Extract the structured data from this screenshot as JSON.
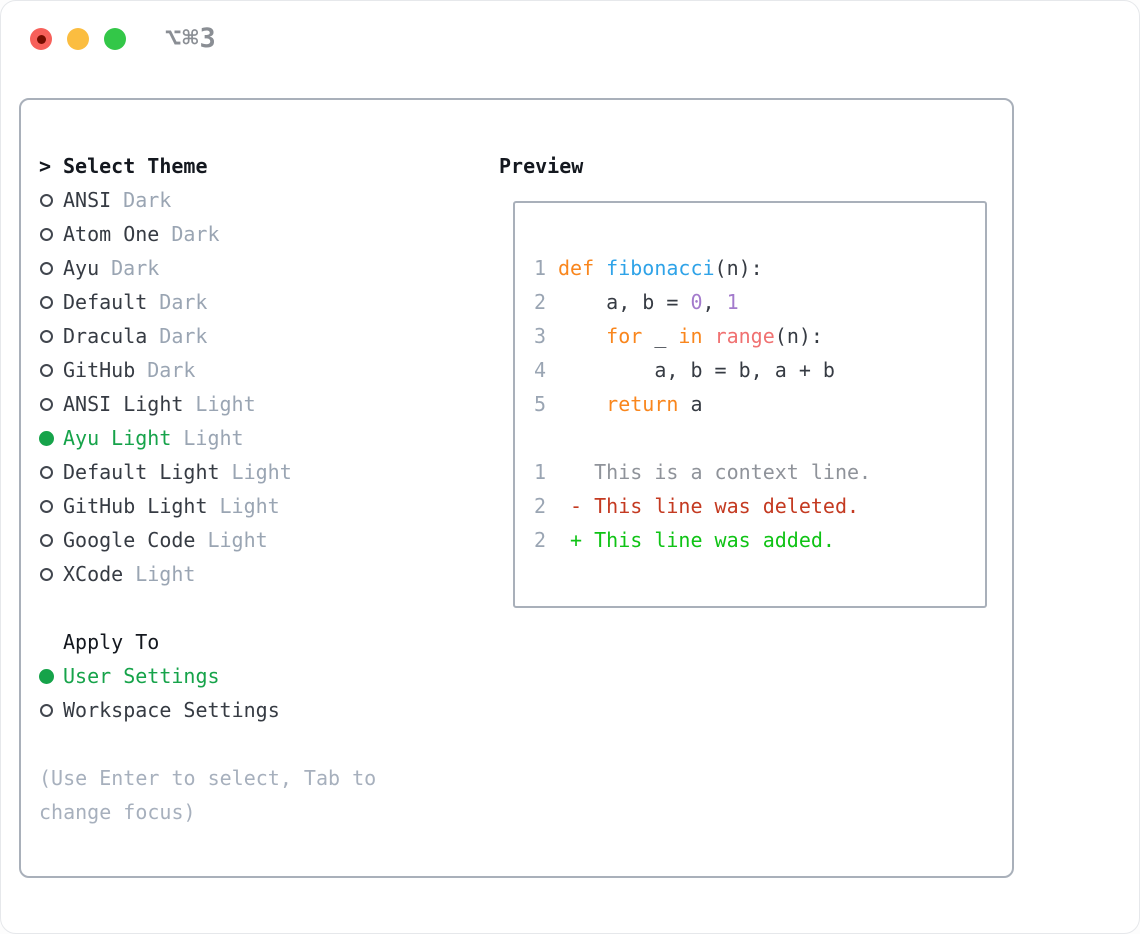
{
  "window": {
    "title": "⌥⌘3",
    "traffic_lights": {
      "close_color": "#F7605A",
      "close_dot_color": "#750D00",
      "minimize_color": "#FBBD40",
      "zoom_color": "#33C748"
    }
  },
  "theme_panel": {
    "header": {
      "prompt": ">",
      "label": "Select Theme"
    },
    "themes": [
      {
        "name": "ANSI",
        "variant": "Dark",
        "selected": false
      },
      {
        "name": "Atom One",
        "variant": "Dark",
        "selected": false
      },
      {
        "name": "Ayu",
        "variant": "Dark",
        "selected": false
      },
      {
        "name": "Default",
        "variant": "Dark",
        "selected": false
      },
      {
        "name": "Dracula",
        "variant": "Dark",
        "selected": false
      },
      {
        "name": "GitHub",
        "variant": "Dark",
        "selected": false
      },
      {
        "name": "ANSI Light",
        "variant": "Light",
        "selected": false
      },
      {
        "name": "Ayu Light",
        "variant": "Light",
        "selected": true
      },
      {
        "name": "Default Light",
        "variant": "Light",
        "selected": false
      },
      {
        "name": "GitHub Light",
        "variant": "Light",
        "selected": false
      },
      {
        "name": "Google Code",
        "variant": "Light",
        "selected": false
      },
      {
        "name": "XCode",
        "variant": "Light",
        "selected": false
      }
    ],
    "apply_to": {
      "label": "Apply To",
      "options": [
        {
          "name": "User Settings",
          "selected": true
        },
        {
          "name": "Workspace Settings",
          "selected": false
        }
      ]
    },
    "help_text": "(Use Enter to select, Tab to change focus)"
  },
  "preview": {
    "label": "Preview",
    "lines": [
      {
        "num": "1",
        "segs": [
          {
            "t": "def",
            "c": "keyword"
          },
          {
            "t": " ",
            "c": "code"
          },
          {
            "t": "fibonacci",
            "c": "function"
          },
          {
            "t": "(n):",
            "c": "code"
          }
        ]
      },
      {
        "num": "2",
        "segs": [
          {
            "t": "    a, b = ",
            "c": "code"
          },
          {
            "t": "0",
            "c": "number"
          },
          {
            "t": ", ",
            "c": "code"
          },
          {
            "t": "1",
            "c": "number"
          }
        ]
      },
      {
        "num": "3",
        "segs": [
          {
            "t": "    ",
            "c": "code"
          },
          {
            "t": "for",
            "c": "keyword"
          },
          {
            "t": " _ ",
            "c": "code"
          },
          {
            "t": "in",
            "c": "keyword"
          },
          {
            "t": " ",
            "c": "code"
          },
          {
            "t": "range",
            "c": "builtin"
          },
          {
            "t": "(n):",
            "c": "code"
          }
        ]
      },
      {
        "num": "4",
        "segs": [
          {
            "t": "        a, b = b, a + b",
            "c": "code"
          }
        ]
      },
      {
        "num": "5",
        "segs": [
          {
            "t": "    ",
            "c": "code"
          },
          {
            "t": "return",
            "c": "keyword"
          },
          {
            "t": " a",
            "c": "code"
          }
        ]
      },
      {
        "num": "",
        "segs": []
      },
      {
        "num": "1",
        "segs": [
          {
            "t": "   This is a context line.",
            "c": "context"
          }
        ]
      },
      {
        "num": "2",
        "segs": [
          {
            "t": " - This line was deleted.",
            "c": "deleted"
          }
        ]
      },
      {
        "num": "2",
        "segs": [
          {
            "t": " + This line was added.",
            "c": "added"
          }
        ]
      }
    ]
  },
  "colors": {
    "selection_green": "#16A34A",
    "keyword_orange": "#F9861D",
    "function_blue": "#2FA3E8",
    "number_purple": "#A37ACC",
    "builtin_coral": "#F07171",
    "diff_deleted_red": "#C43A21",
    "diff_added_green": "#0FC315",
    "muted_gray": "#9AA5B3",
    "context_gray": "#8F939A",
    "help_gray": "#A7B0BD",
    "border_gray": "#A9B0BA"
  }
}
